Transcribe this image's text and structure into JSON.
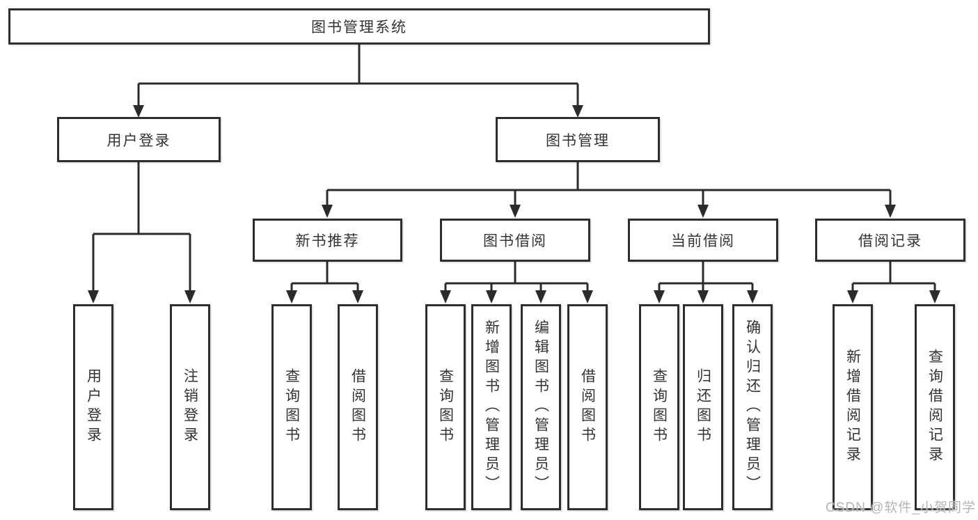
{
  "diagram": {
    "root": {
      "label": "图书管理系统"
    },
    "branches": [
      {
        "label": "用户登录",
        "children": [
          {
            "label": "用户登录"
          },
          {
            "label": "注销登录"
          }
        ]
      },
      {
        "label": "图书管理",
        "children": [
          {
            "label": "新书推荐",
            "children": [
              {
                "label": "查询图书"
              },
              {
                "label": "借阅图书"
              }
            ]
          },
          {
            "label": "图书借阅",
            "children": [
              {
                "label": "查询图书"
              },
              {
                "label": "新增图书（管理员）"
              },
              {
                "label": "编辑图书（管理员）"
              },
              {
                "label": "借阅图书"
              }
            ]
          },
          {
            "label": "当前借阅",
            "children": [
              {
                "label": "查询图书"
              },
              {
                "label": "归还图书"
              },
              {
                "label": "确认归还（管理员）"
              }
            ]
          },
          {
            "label": "借阅记录",
            "children": [
              {
                "label": "新增借阅记录"
              },
              {
                "label": "查询借阅记录"
              }
            ]
          }
        ]
      }
    ]
  },
  "watermark": {
    "text": "CSDN @软件_小贺同学"
  },
  "colors": {
    "line": "#2b2b2b",
    "box_border": "#2d2d2d",
    "box_background": "#ffffff",
    "text": "#333333",
    "watermark": "#b4b4b4",
    "background": "#ffffff"
  }
}
